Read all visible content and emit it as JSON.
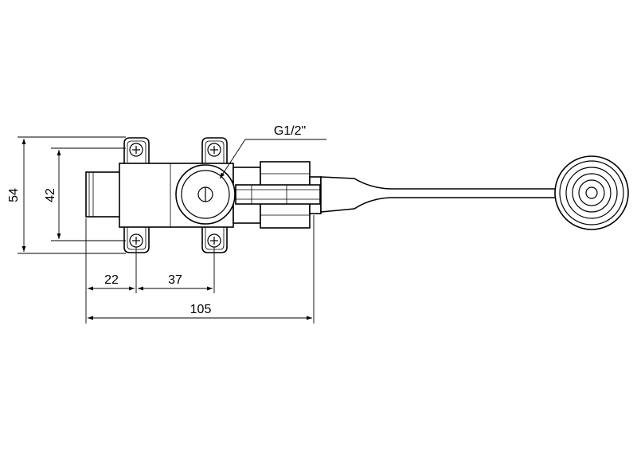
{
  "dimensions": {
    "height_outer": "54",
    "height_inner": "42",
    "width_left": "22",
    "width_mid": "37",
    "width_total": "105"
  },
  "callouts": {
    "thread": "G1/2\""
  }
}
